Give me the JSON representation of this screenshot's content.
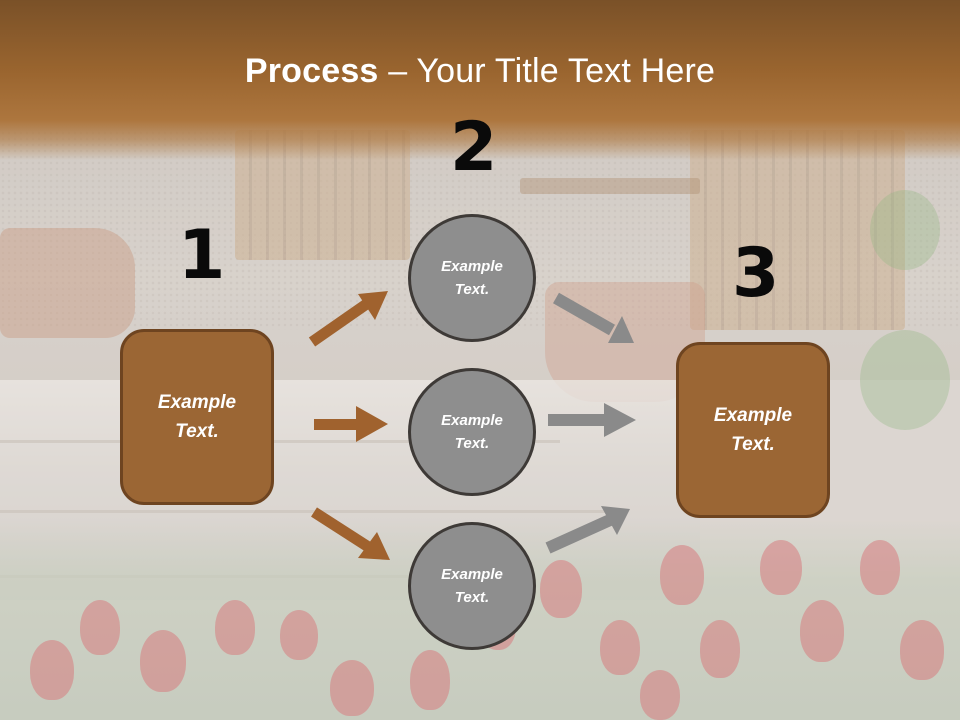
{
  "slide": {
    "title": {
      "bold": "Process",
      "rest": " – Your Title Text Here"
    },
    "colors": {
      "header_top": "#7a5128",
      "header_bottom": "#ad763e",
      "box_fill": "#9b6634",
      "box_border": "#6e4420",
      "circle_fill": "#8e8e8e",
      "circle_border": "#3e3a37",
      "arrow_brown": "#a0622e",
      "arrow_gray": "#8a8a8a"
    },
    "steps": [
      {
        "number": "1",
        "box_text": "Example\nText."
      },
      {
        "number": "2",
        "circles": [
          {
            "text": "Example\nText."
          },
          {
            "text": "Example\nText."
          },
          {
            "text": "Example\nText."
          }
        ]
      },
      {
        "number": "3",
        "box_text": "Example\nText."
      }
    ],
    "arrows": {
      "left": [
        "arrow-up-right",
        "arrow-right",
        "arrow-down-right"
      ],
      "right": [
        "arrow-down-right",
        "arrow-right",
        "arrow-up-right"
      ]
    }
  }
}
